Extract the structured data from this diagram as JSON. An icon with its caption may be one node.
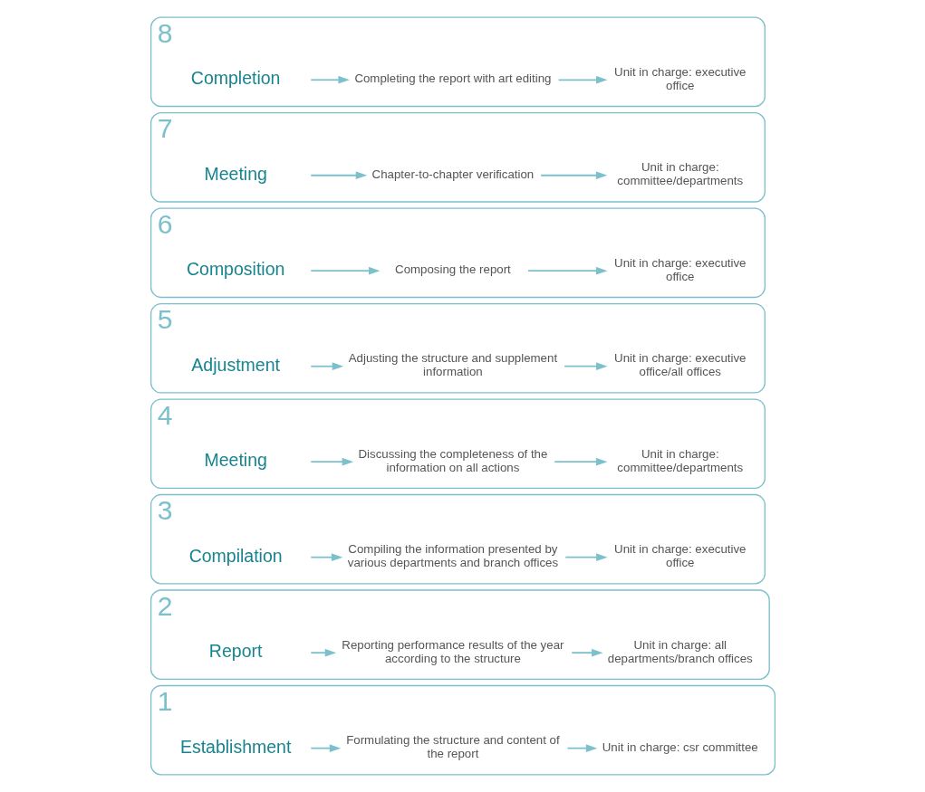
{
  "diagram": {
    "nodes": [
      {
        "text": [
          "1"
        ]
      },
      {
        "text": [
          "Establishment"
        ],
        "in": 0
      },
      {
        "text": [
          "Formulating the structure and content of the report"
        ],
        "in": 0
      },
      {
        "text": [
          "Unit in charge: csr committee"
        ],
        "in": 0
      },
      {
        "text": [
          "2"
        ]
      },
      {
        "text": [
          "Report"
        ],
        "in": 4
      },
      {
        "text": [
          "Reporting performance results of the year according to the structure"
        ],
        "in": 4
      },
      {
        "text": [
          "Unit in charge: all departments/branch offices"
        ],
        "in": 4
      },
      {
        "text": [
          "3"
        ]
      },
      {
        "text": [
          "Compilation"
        ],
        "in": 8
      },
      {
        "text": [
          "Compiling the information presented by various departments and branch offices"
        ],
        "in": 8
      },
      {
        "text": [
          "Unit in charge: executive office"
        ],
        "in": 8
      },
      {
        "text": [
          "4"
        ]
      },
      {
        "text": [
          "Meeting"
        ],
        "in": 12
      },
      {
        "text": [
          "Discussing the completeness of the information on all actions"
        ],
        "in": 12
      },
      {
        "text": [
          "Unit in charge: committee/departments"
        ],
        "in": 12
      },
      {
        "text": [
          "5"
        ]
      },
      {
        "text": [
          "Adjustment"
        ],
        "in": 16
      },
      {
        "text": [
          "Adjusting the structure and supplement information"
        ],
        "in": 16
      },
      {
        "text": [
          "Unit in charge: executive office/all offices"
        ],
        "in": 16
      },
      {
        "text": [
          "6"
        ]
      },
      {
        "text": [
          "Composition"
        ],
        "in": 20
      },
      {
        "text": [
          "Composing the report"
        ],
        "in": 20
      },
      {
        "text": [
          "Unit in charge: executive office"
        ],
        "in": 20
      },
      {
        "text": [
          "7"
        ]
      },
      {
        "text": [
          "Meeting"
        ],
        "in": 24
      },
      {
        "text": [
          "Chapter-to-chapter verification"
        ],
        "in": 24
      },
      {
        "text": [
          "Unit in charge: committee/departments"
        ],
        "in": 24
      },
      {
        "text": [
          "8"
        ]
      },
      {
        "text": [
          "Completion"
        ],
        "in": 28
      },
      {
        "text": [
          "Completing the report with art editing"
        ],
        "in": 28
      },
      {
        "text": [
          "Unit in charge: executive office"
        ],
        "in": 28
      }
    ],
    "edges": [
      {
        "from": 1,
        "to": 2,
        "arrow": "to"
      },
      {
        "from": 2,
        "to": 3,
        "arrow": "to"
      },
      {
        "from": 5,
        "to": 6,
        "arrow": "to"
      },
      {
        "from": 6,
        "to": 7,
        "arrow": "to"
      },
      {
        "from": 9,
        "to": 10,
        "arrow": "to"
      },
      {
        "from": 10,
        "to": 11,
        "arrow": "to"
      },
      {
        "from": 13,
        "to": 14,
        "arrow": "to"
      },
      {
        "from": 14,
        "to": 15,
        "arrow": "to"
      },
      {
        "from": 17,
        "to": 18,
        "arrow": "to"
      },
      {
        "from": 18,
        "to": 19,
        "arrow": "to"
      },
      {
        "from": 21,
        "to": 22,
        "arrow": "to"
      },
      {
        "from": 22,
        "to": 23,
        "arrow": "to"
      },
      {
        "from": 25,
        "to": 26,
        "arrow": "to"
      },
      {
        "from": 26,
        "to": 27,
        "arrow": "to"
      },
      {
        "from": 29,
        "to": 30,
        "arrow": "to"
      },
      {
        "from": 30,
        "to": 31,
        "arrow": "to"
      }
    ]
  }
}
